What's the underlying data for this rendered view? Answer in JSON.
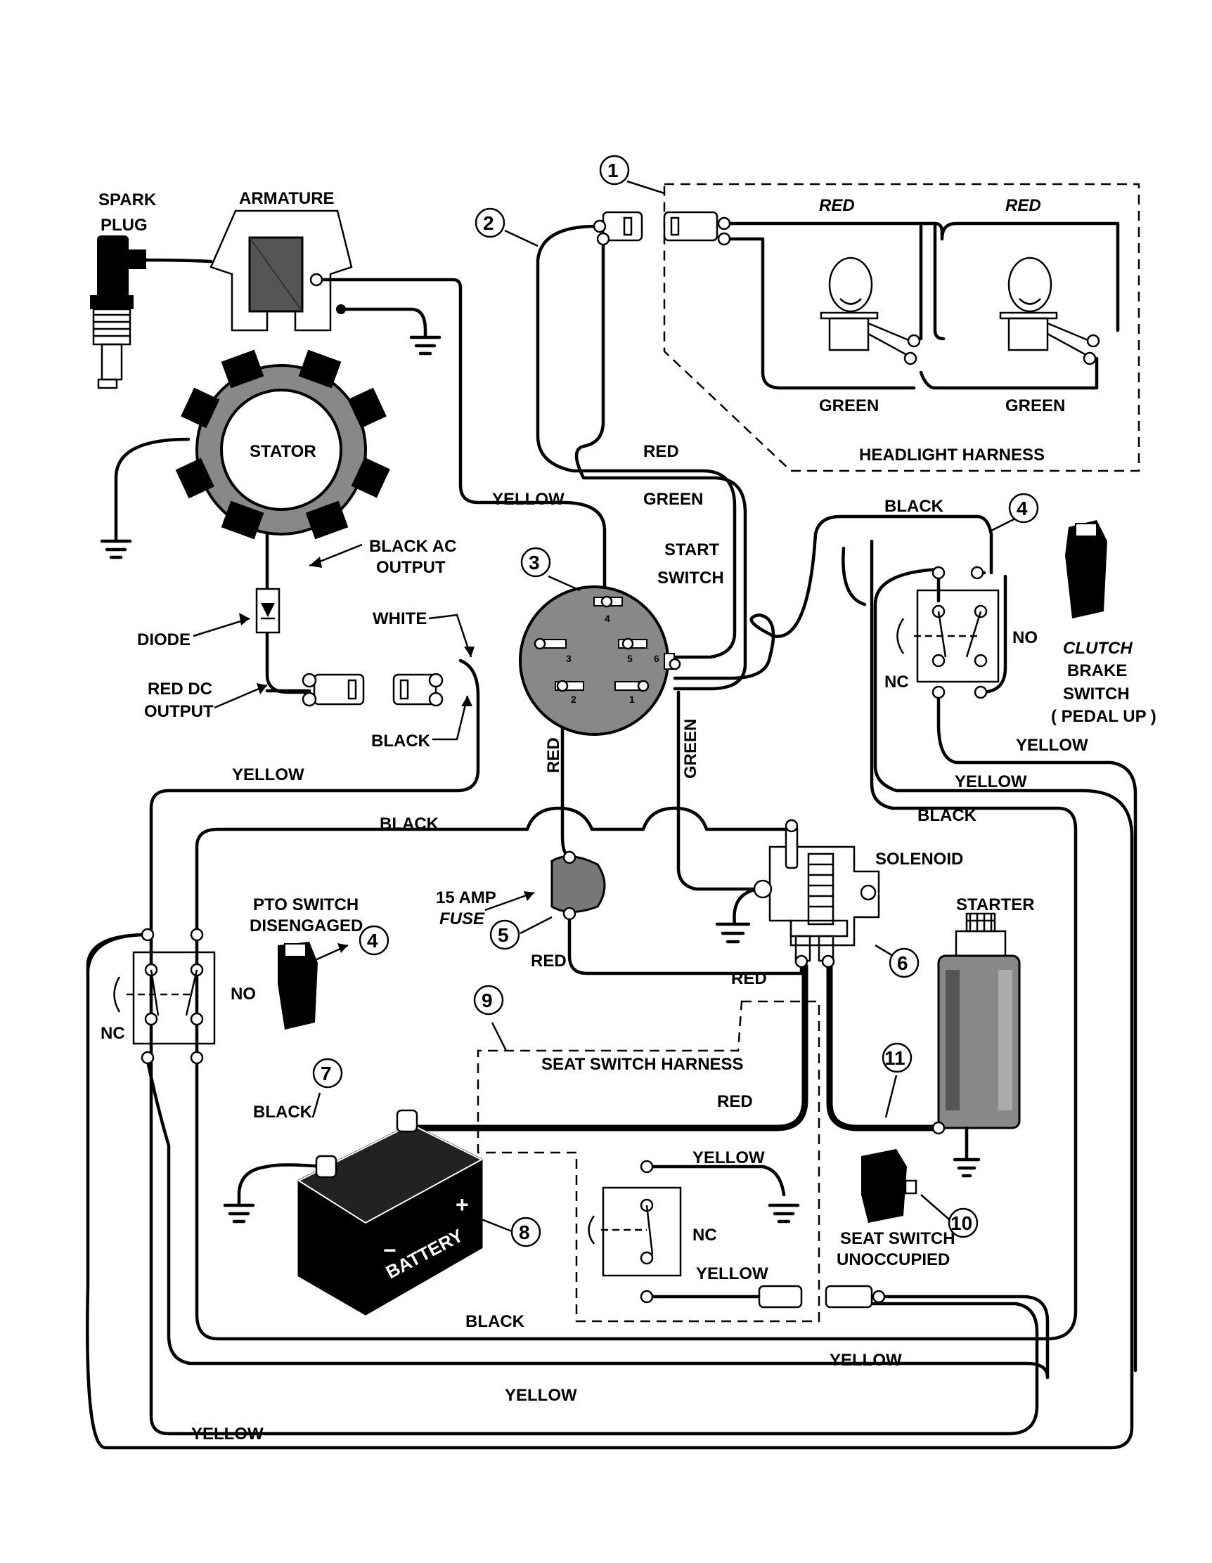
{
  "labels": {
    "spark_plug_1": "SPARK",
    "spark_plug_2": "PLUG",
    "armature": "ARMATURE",
    "stator": "STATOR",
    "black_ac_1": "BLACK AC",
    "black_ac_2": "OUTPUT",
    "diode": "DIODE",
    "red_dc_1": "RED DC",
    "red_dc_2": "OUTPUT",
    "white": "WHITE",
    "black": "BLACK",
    "yellow": "YELLOW",
    "red": "RED",
    "green": "GREEN",
    "start_switch_1": "START",
    "start_switch_2": "SWITCH",
    "headlight_harness": "HEADLIGHT HARNESS",
    "clutch_1": "CLUTCH",
    "clutch_2": "BRAKE",
    "clutch_3": "SWITCH",
    "clutch_4": "( PEDAL UP )",
    "no": "NO",
    "nc": "NC",
    "solenoid": "SOLENOID",
    "starter": "STARTER",
    "fuse_1": "15 AMP",
    "fuse_2": "FUSE",
    "pto_1": "PTO SWITCH",
    "pto_2": "DISENGAGED",
    "seat_harness": "SEAT SWITCH HARNESS",
    "seat_unocc_1": "SEAT SWITCH",
    "seat_unocc_2": "UNOCCUPIED",
    "battery": "BATTERY",
    "plus": "+",
    "minus": "−"
  },
  "callouts": [
    "1",
    "2",
    "3",
    "4",
    "4",
    "5",
    "6",
    "7",
    "8",
    "9",
    "10",
    "11"
  ],
  "switch_pins": [
    "1",
    "2",
    "3",
    "4",
    "5",
    "6"
  ]
}
